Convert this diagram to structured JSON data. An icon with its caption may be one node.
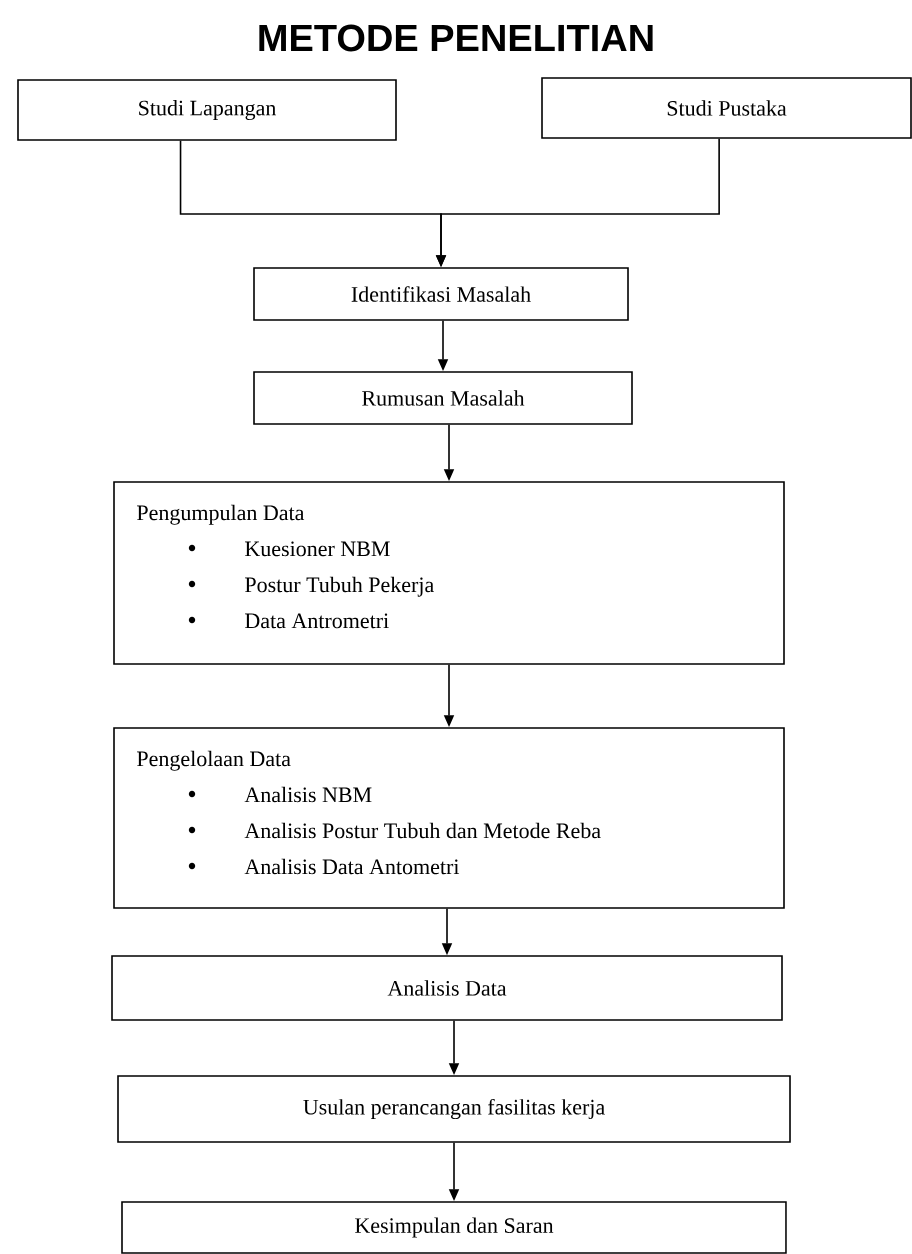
{
  "diagram": {
    "title": "METODE PENELITIAN",
    "nodes": [
      {
        "text": [
          "Studi Lapangan"
        ]
      },
      {
        "text": [
          "Studi Pustaka"
        ]
      },
      {
        "text": [
          "Identifikasi Masalah"
        ]
      },
      {
        "text": [
          "Rumusan Masalah"
        ]
      },
      {
        "text": [
          "Pengumpulan Data",
          "Kuesioner NBM",
          "Postur Tubuh Pekerja",
          "Data Antrometri"
        ]
      },
      {
        "text": [
          "Pengelolaan Data",
          "Analisis NBM",
          "Analisis Postur Tubuh dan Metode Reba",
          "Analisis Data Antometri"
        ]
      },
      {
        "text": [
          "Analisis Data"
        ]
      },
      {
        "text": [
          "Usulan perancangan fasilitas kerja"
        ]
      },
      {
        "text": [
          "Kesimpulan dan Saran"
        ]
      }
    ],
    "edges": [
      {
        "from": 0,
        "to": 2,
        "arrow": "to"
      },
      {
        "from": 1,
        "to": 2,
        "arrow": "to"
      },
      {
        "from": 2,
        "to": 3,
        "arrow": "to"
      },
      {
        "from": 3,
        "to": 4,
        "arrow": "to"
      },
      {
        "from": 4,
        "to": 5,
        "arrow": "to"
      },
      {
        "from": 5,
        "to": 6,
        "arrow": "to"
      },
      {
        "from": 6,
        "to": 7,
        "arrow": "to"
      },
      {
        "from": 7,
        "to": 8,
        "arrow": "to"
      }
    ]
  }
}
